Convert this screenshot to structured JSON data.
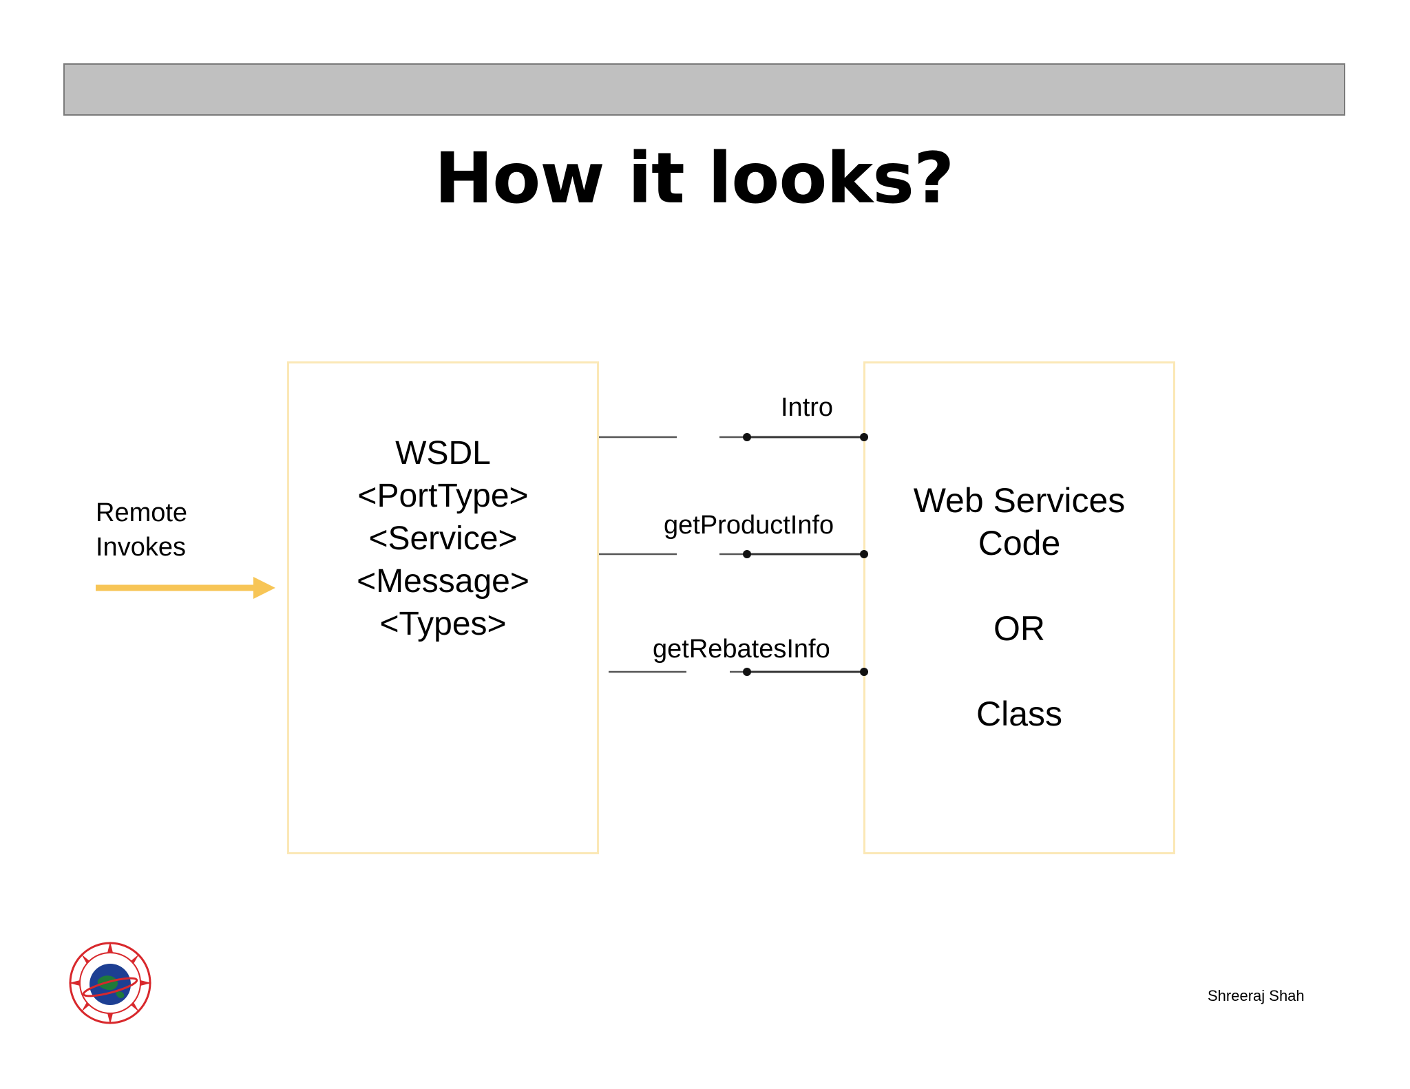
{
  "slide": {
    "title": "How it looks?",
    "author": "Shreeraj Shah"
  },
  "caller": {
    "line1": "Remote",
    "line2": "Invokes"
  },
  "wsdl_box": {
    "lines": [
      "WSDL",
      "<PortType>",
      "<Service>",
      "<Message>",
      "<Types>"
    ]
  },
  "service_box": {
    "line1": "Web Services",
    "line2": "Code",
    "line3": "OR",
    "line4": "Class"
  },
  "operations": [
    "Intro",
    "getProductInfo",
    "getRebatesInfo"
  ],
  "colors": {
    "header_bar": "#c0c0c0",
    "box_border": "#fbe8b6",
    "arrow": "#f7c556",
    "connector": "#555555"
  },
  "logo": {
    "name": "org-seal-logo"
  }
}
